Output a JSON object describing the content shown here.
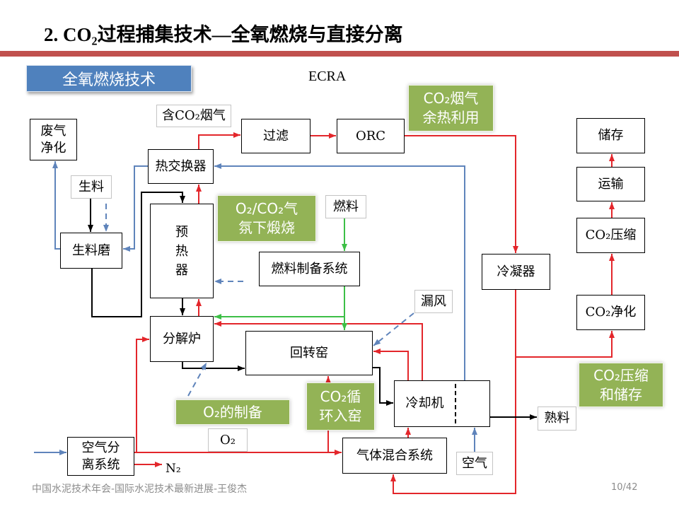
{
  "slide": {
    "title": "2. CO₂过程捕集技术—全氧燃烧与直接分离",
    "section_badge": "全氧燃烧技术",
    "subtitle": "ECRA",
    "footer": "中国水泥技术年会-国际水泥技术最新进展-王俊杰",
    "page_number": "10/42"
  },
  "colors": {
    "accent": "#c0504d",
    "badge": "#4f81bd",
    "callout": "#93b356",
    "red": "#e3262b",
    "blue": "#5f84bb",
    "green": "#3dbf46",
    "black": "#000000",
    "muted": "#8c8c8c"
  },
  "units": {
    "waste_gas_cleaning": "废气\n净化",
    "filter": "过滤",
    "orc": "ORC",
    "heat_exchanger": "热交换器",
    "raw_mill": "生料磨",
    "preheater": "预\n热\n器",
    "fuel_preparation": "燃料制备系统",
    "calciner": "分解炉",
    "rotary_kiln": "回转窑",
    "cooler": "冷却机",
    "condenser": "冷凝器",
    "co2_purification": "CO₂净化",
    "co2_compression": "CO₂压缩",
    "transport": "运输",
    "storage": "储存",
    "air_separation": "空气分\n离系统",
    "gas_mixing": "气体混合系统"
  },
  "stream_labels": {
    "flue_gas": "含CO₂烟气",
    "raw_meal": "生料",
    "fuel": "燃料",
    "air_leak": "漏风",
    "clinker": "熟料",
    "oxygen": "O₂",
    "nitrogen": "N₂",
    "air": "空气"
  },
  "callouts": {
    "flue_gas_heat_recovery": "CO₂烟气\n余热利用",
    "calcination_atmosphere": "O₂/CO₂气\n氛下煅烧",
    "co2_recycle_to_kiln": "CO₂循\n环入窑",
    "oxygen_preparation": "O₂的制备",
    "co2_compression_storage": "CO₂压缩\n和储存"
  }
}
